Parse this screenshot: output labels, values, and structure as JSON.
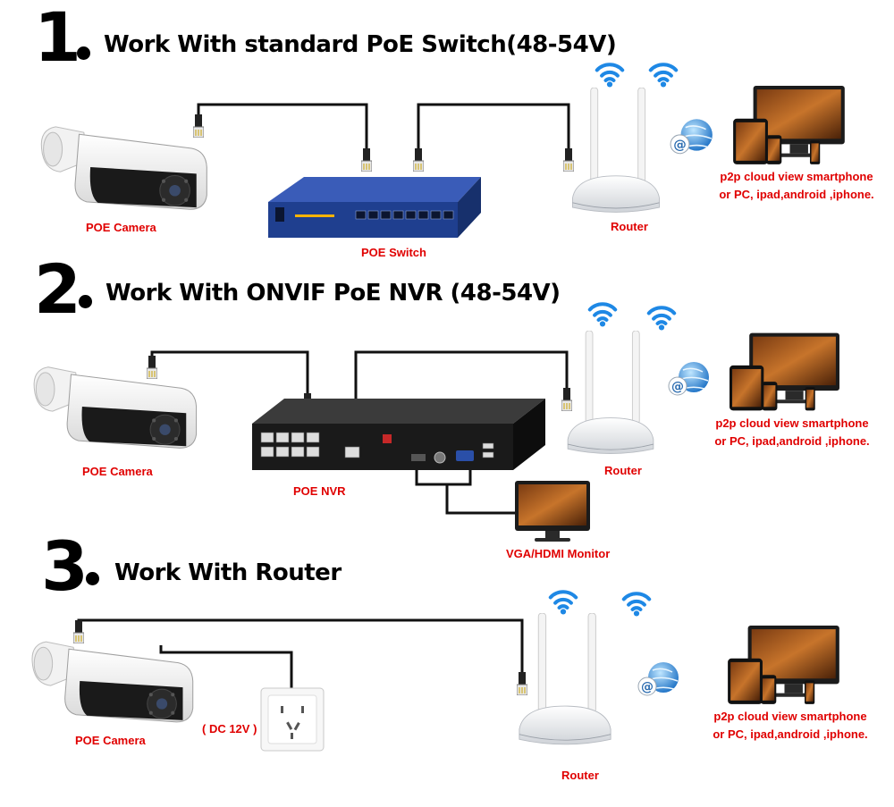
{
  "sections": [
    {
      "number": "1",
      "title": "Work With standard PoE Switch(48-54V)",
      "camera_label": "POE Camera",
      "device_label": "POE Switch",
      "router_label": "Router",
      "p2p_line1": "p2p cloud view smartphone",
      "p2p_line2": "or PC, ipad,android ,iphone."
    },
    {
      "number": "2",
      "title": "Work With ONVIF PoE NVR (48-54V)",
      "camera_label": "POE Camera",
      "device_label": "POE NVR",
      "router_label": "Router",
      "monitor_label": "VGA/HDMI Monitor",
      "p2p_line1": "p2p cloud view smartphone",
      "p2p_line2": "or PC, ipad,android ,iphone."
    },
    {
      "number": "3",
      "title": "Work With Router",
      "camera_label": "POE Camera",
      "power_label": "( DC 12V )",
      "router_label": "Router",
      "p2p_line1": "p2p cloud view smartphone",
      "p2p_line2": "or PC, ipad,android ,iphone."
    }
  ],
  "colors": {
    "label_red": "#e00000",
    "cable": "#111111",
    "wifi_blue": "#1e88e5",
    "switch_blue": "#1f3f8f"
  }
}
